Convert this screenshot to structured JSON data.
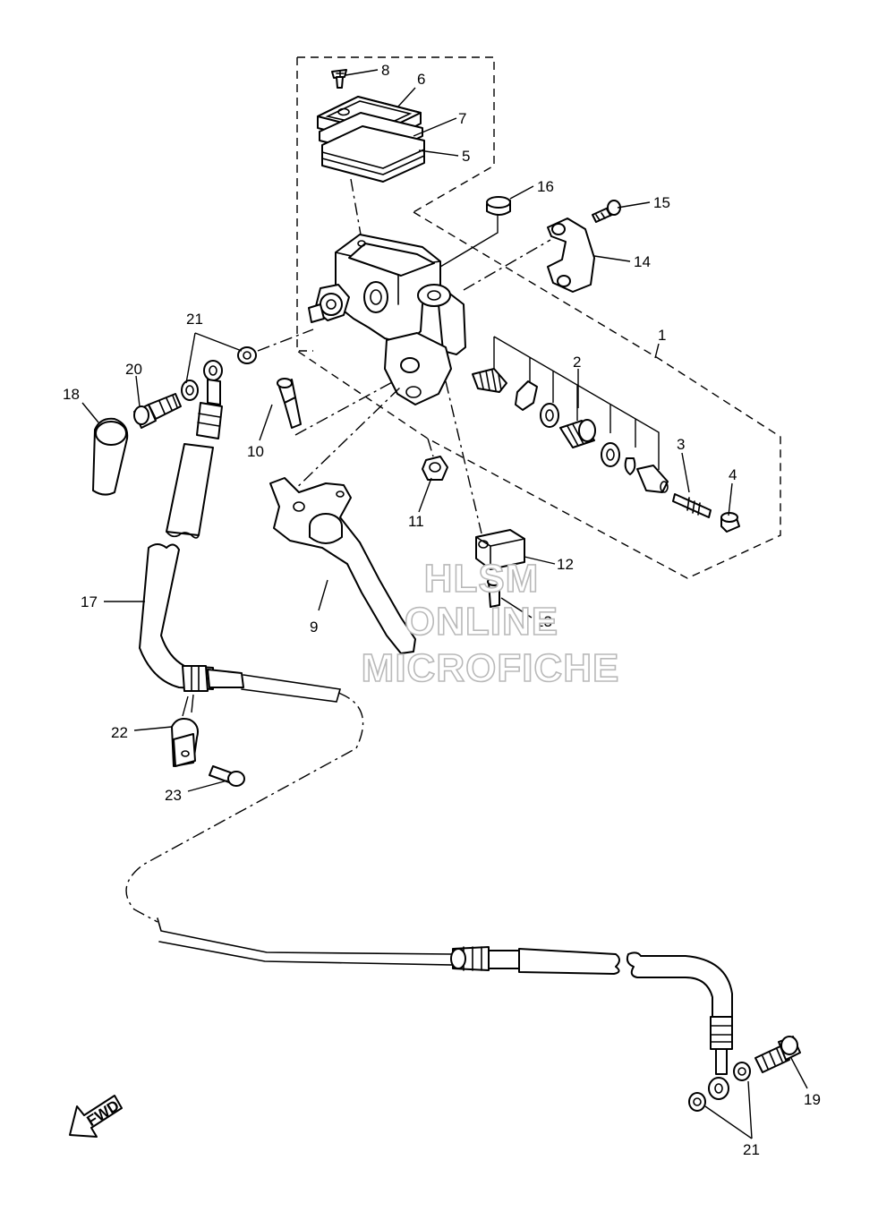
{
  "labels": {
    "p1": "1",
    "p2": "2",
    "p3": "3",
    "p4": "4",
    "p5": "5",
    "p6": "6",
    "p7": "7",
    "p8": "8",
    "p9": "9",
    "p10": "10",
    "p11": "11",
    "p12": "12",
    "p13": "13",
    "p14": "14",
    "p15": "15",
    "p16": "16",
    "p17": "17",
    "p18": "18",
    "p19": "19",
    "p20": "20",
    "p21a": "21",
    "p21b": "21",
    "p22": "22",
    "p23": "23"
  },
  "fwd_label": "FWD",
  "watermark": {
    "line1": "HLSM",
    "line2": "ONLINE",
    "line3": "MICROFICHE"
  }
}
